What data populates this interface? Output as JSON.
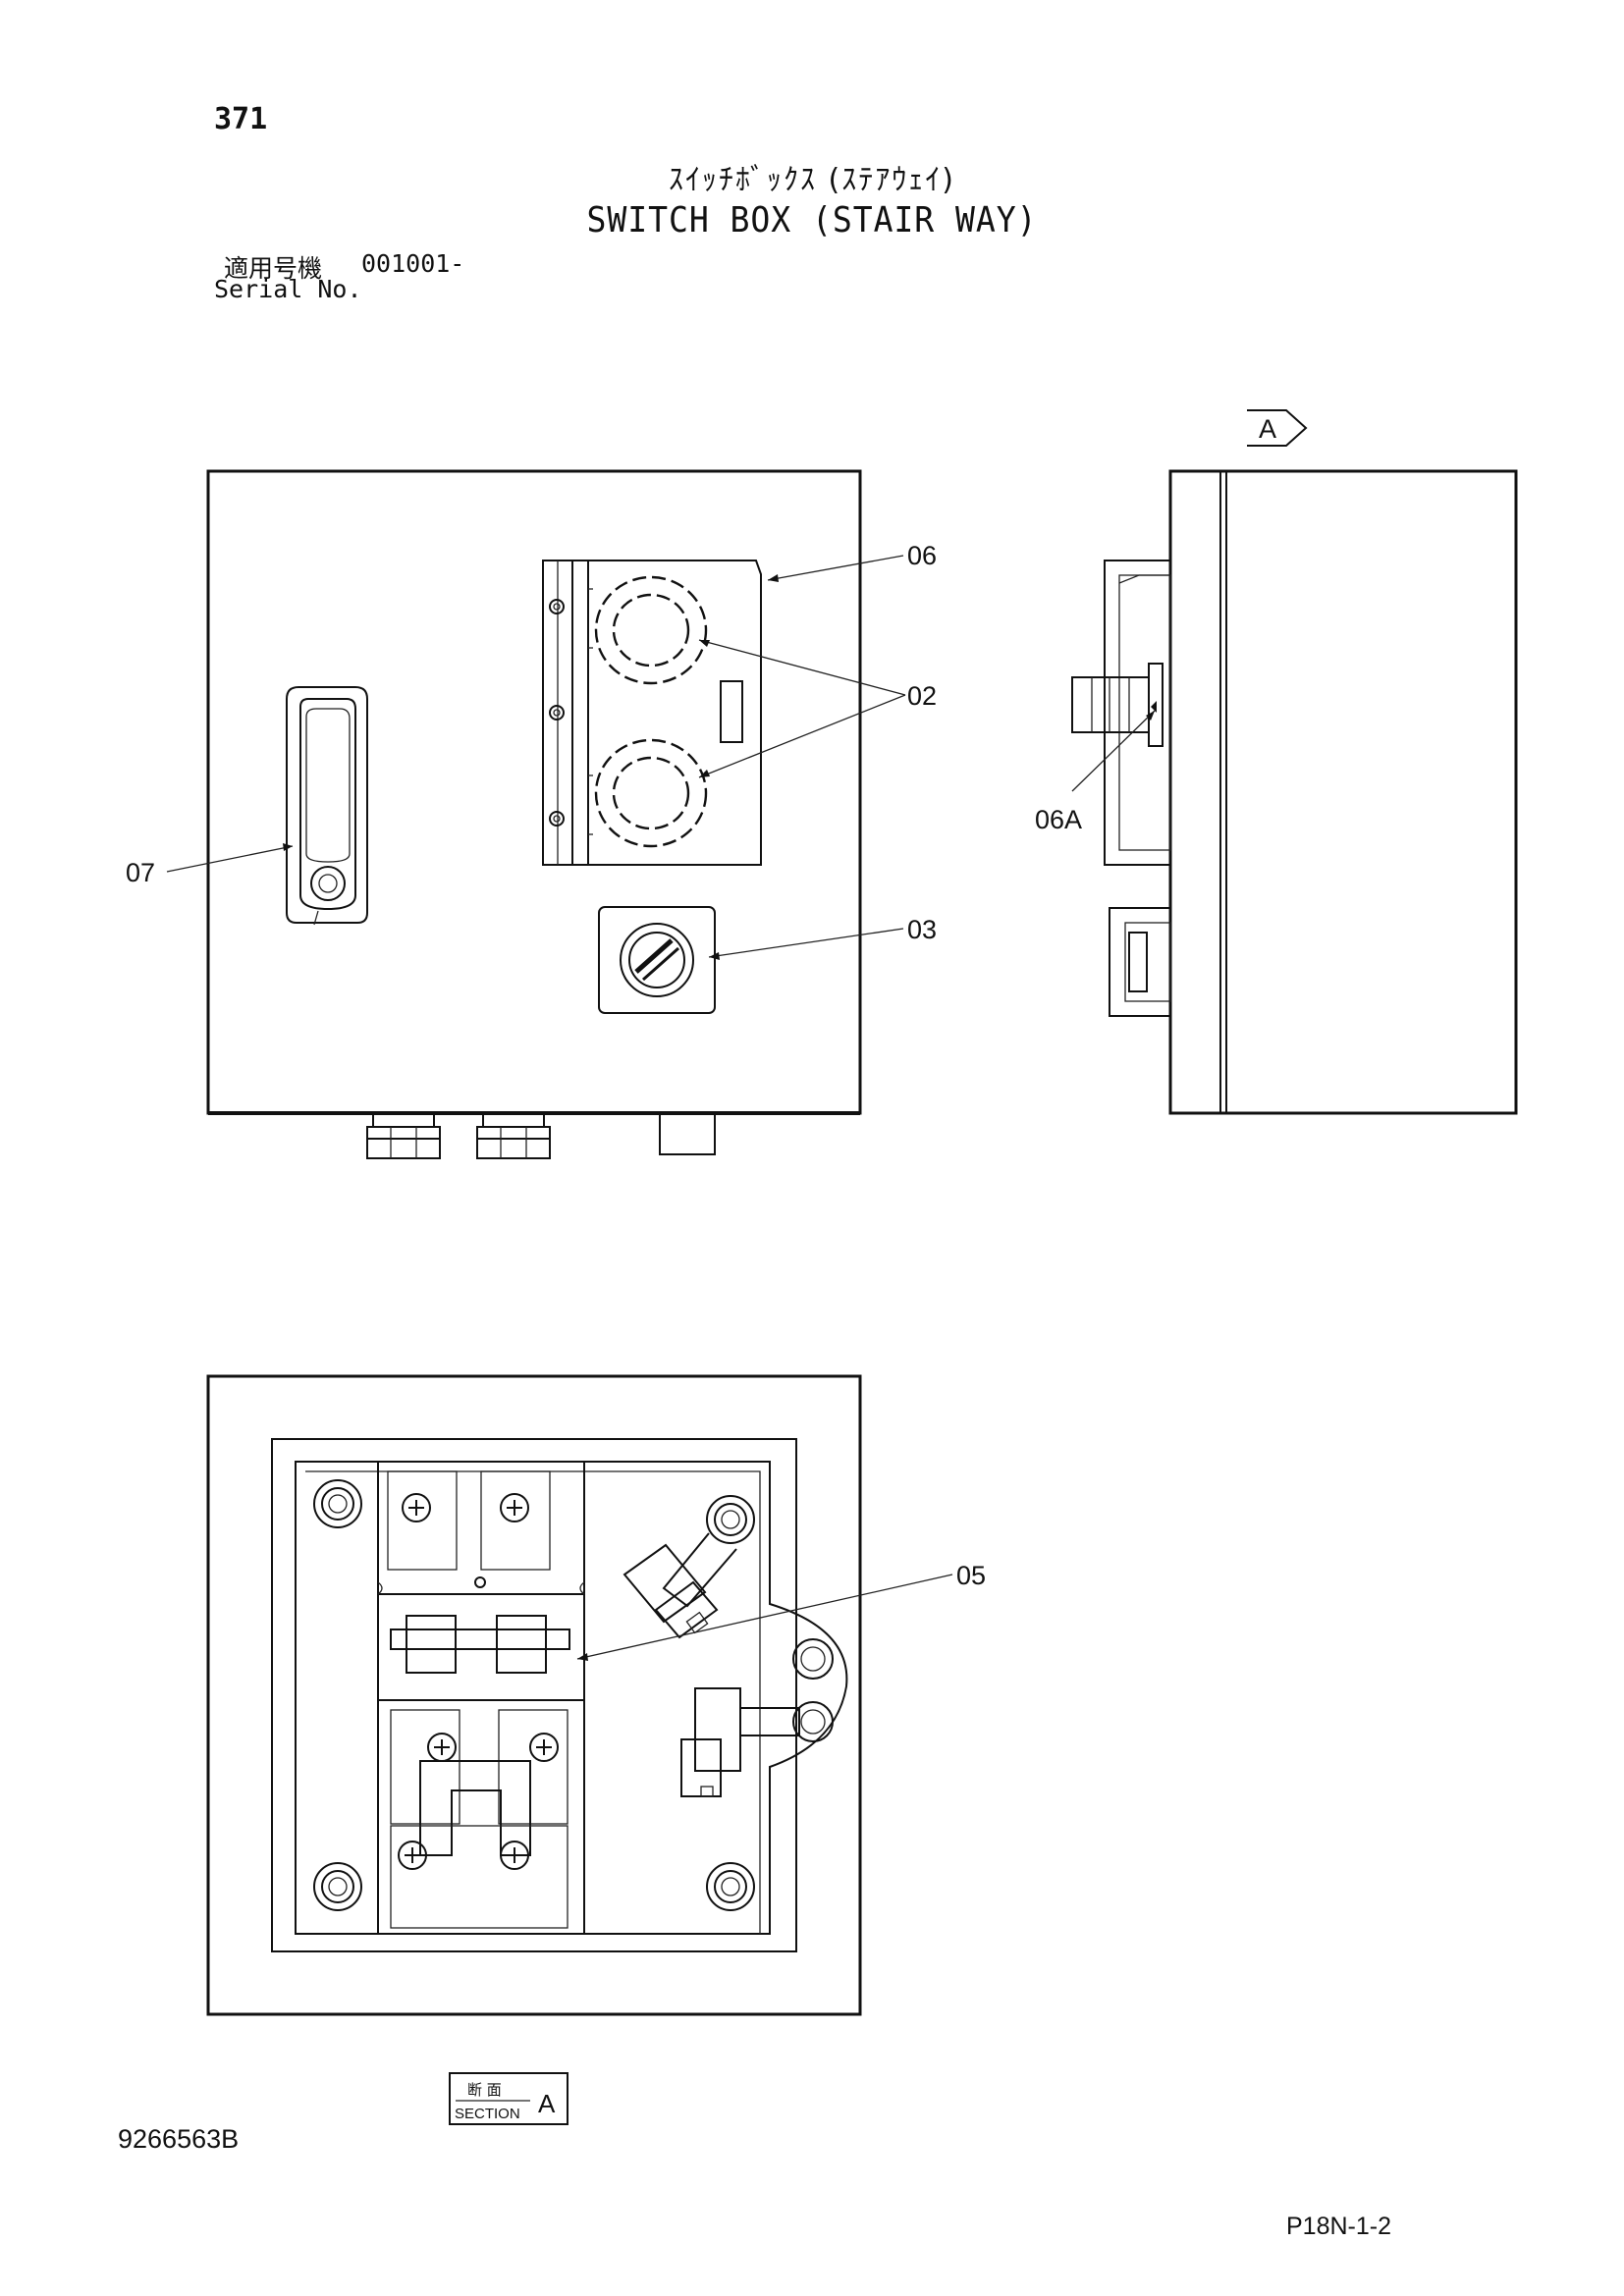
{
  "header": {
    "page_number": "371",
    "title_jp": "ｽｲｯﾁﾎﾞｯｸｽ (ｽﾃｱｳｪｲ)",
    "title_en": "SWITCH BOX (STAIR WAY)",
    "serial_label_jp": "適用号機",
    "serial_value": "001001-",
    "serial_label_en": "Serial No."
  },
  "callouts": {
    "c06": "06",
    "c02": "02",
    "c07": "07",
    "c03": "03",
    "c06a": "06A",
    "c05": "05"
  },
  "view_marker": "A",
  "section_box": {
    "jp": "断 面",
    "en": "SECTION",
    "letter": "A"
  },
  "footer": {
    "doc_number": "9266563B",
    "page_ref": "P18N-1-2"
  }
}
